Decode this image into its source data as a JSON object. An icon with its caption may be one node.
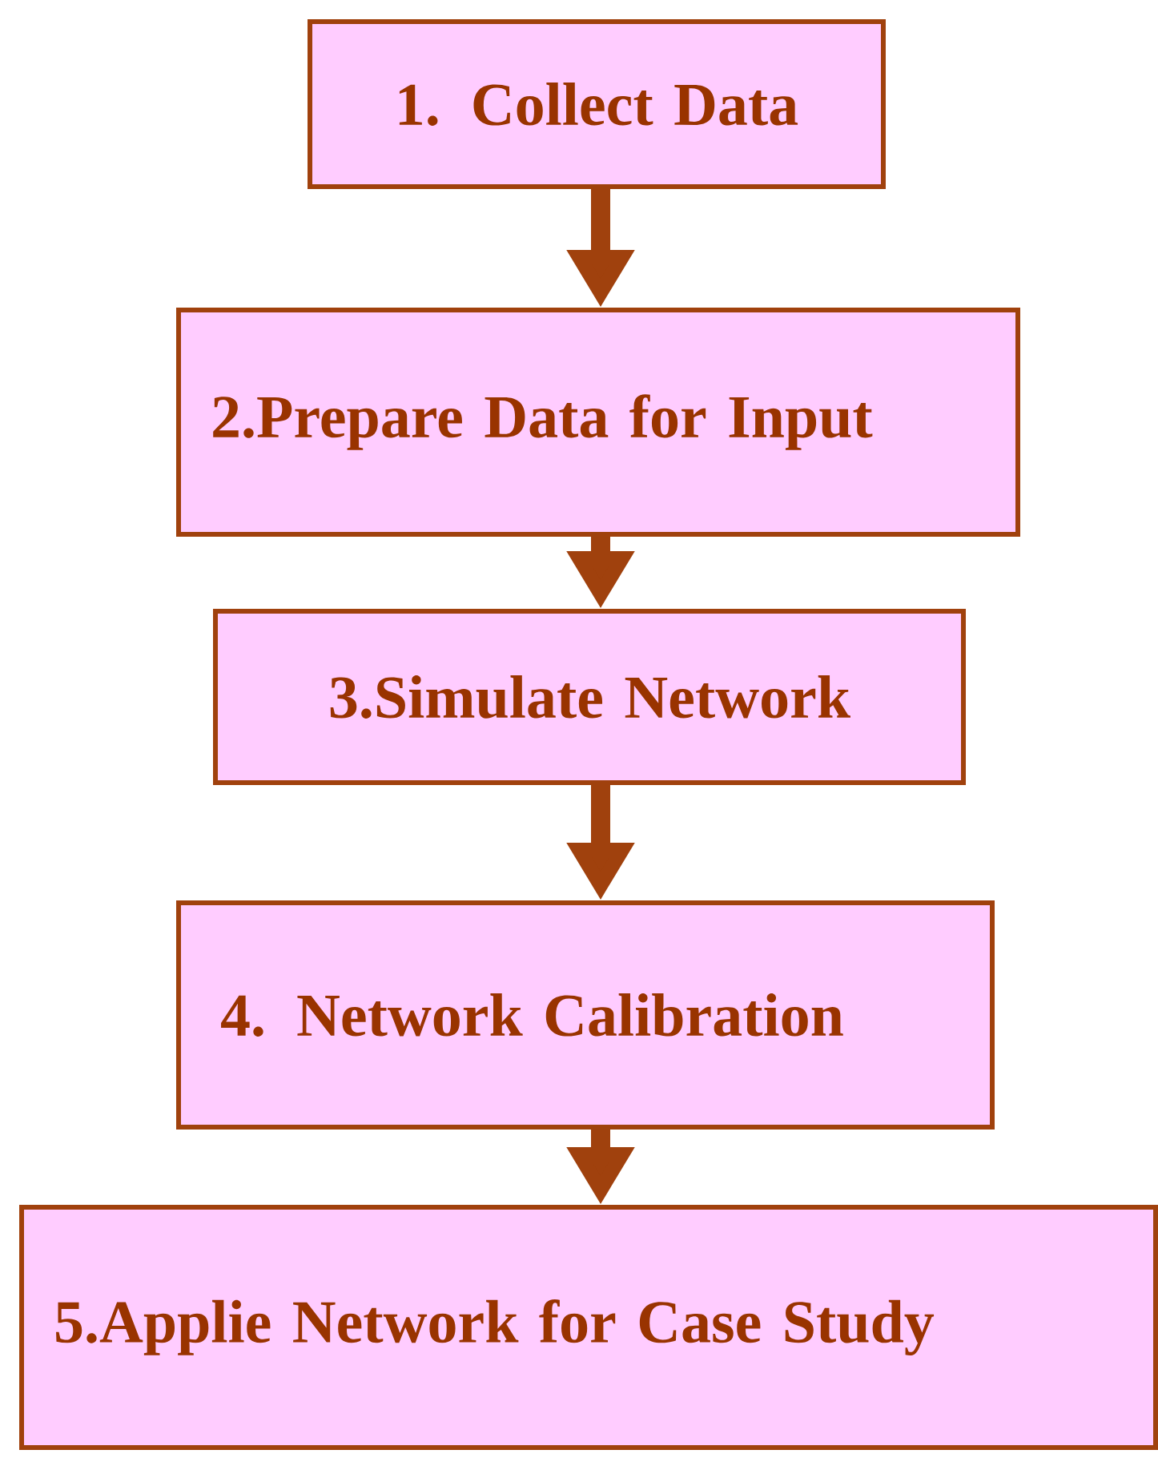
{
  "diagram": {
    "nodes": [
      {
        "text": [
          "1. Collect Data"
        ]
      },
      {
        "text": [
          "2.Prepare Data for Input"
        ]
      },
      {
        "text": [
          "3.Simulate Network"
        ]
      },
      {
        "text": [
          "4. Network Calibration"
        ]
      },
      {
        "text": [
          "5.Applie Network for Case Study"
        ]
      }
    ],
    "edges": [
      {
        "from": 0,
        "to": 1,
        "arrow": "to"
      },
      {
        "from": 1,
        "to": 2,
        "arrow": "to"
      },
      {
        "from": 2,
        "to": 3,
        "arrow": "to"
      },
      {
        "from": 3,
        "to": 4,
        "arrow": "to"
      }
    ]
  }
}
